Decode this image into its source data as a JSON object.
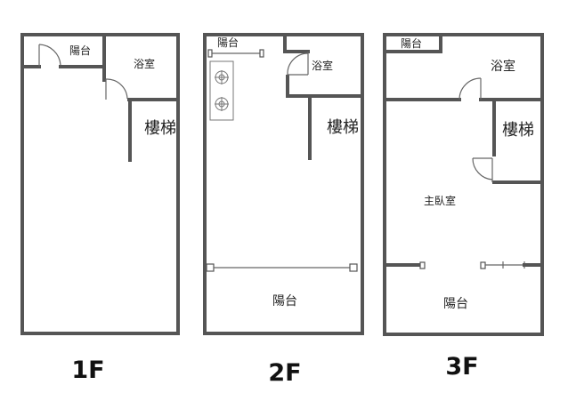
{
  "floors": [
    {
      "floor_label": "1F",
      "rooms": {
        "balcony": "陽台",
        "bathroom": "浴室",
        "stairs": "樓梯"
      }
    },
    {
      "floor_label": "2F",
      "rooms": {
        "balcony_top": "陽台",
        "bathroom": "浴室",
        "stairs": "樓梯",
        "balcony_bottom": "陽台"
      }
    },
    {
      "floor_label": "3F",
      "rooms": {
        "balcony_top": "陽台",
        "bathroom": "浴室",
        "stairs": "樓梯",
        "master_bedroom": "主臥室",
        "balcony_bottom": "陽台"
      }
    }
  ]
}
